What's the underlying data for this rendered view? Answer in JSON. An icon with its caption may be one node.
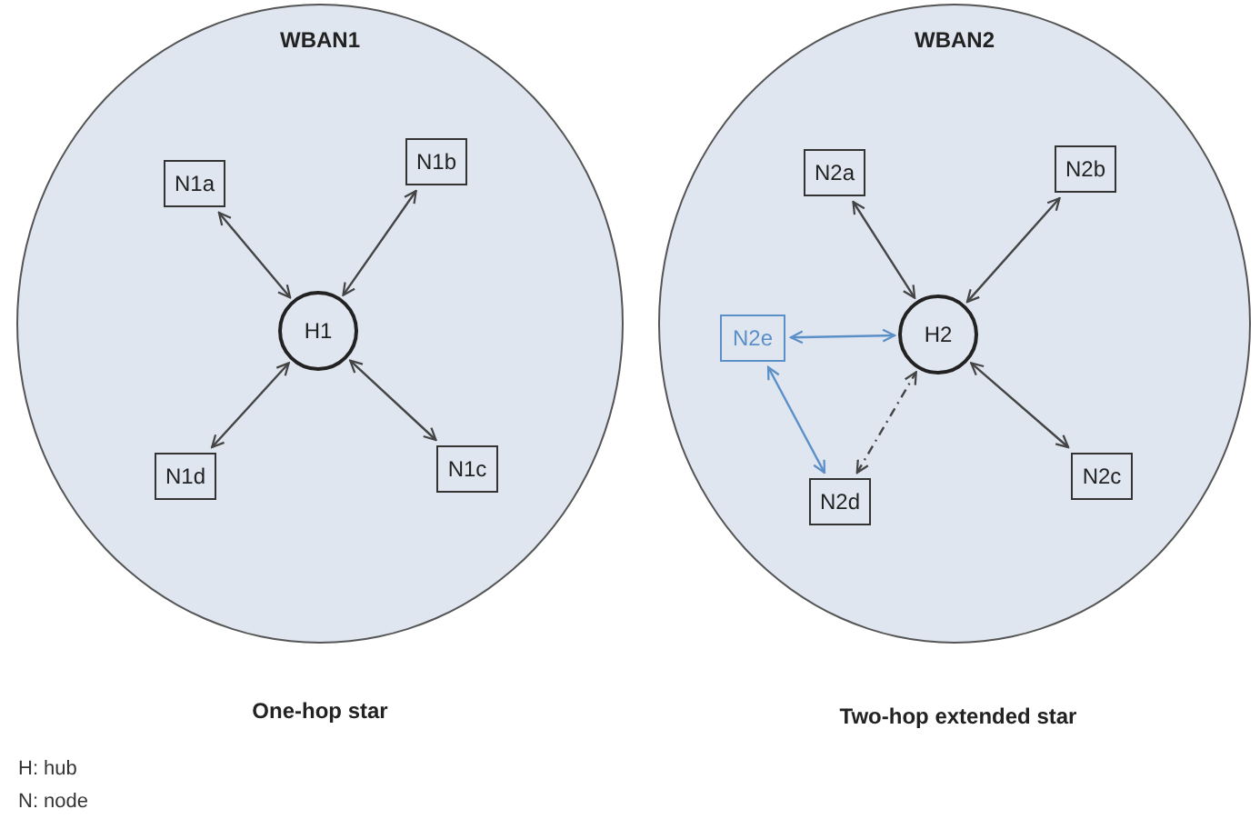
{
  "diagram": {
    "nodes": [
      {
        "text": [
          "WBAN1"
        ],
        "beside": [
          "One-hop star"
        ]
      },
      {
        "text": [
          "N1a"
        ],
        "in": 0
      },
      {
        "text": [
          "N1b"
        ],
        "in": 0
      },
      {
        "text": [
          "H1"
        ],
        "in": 0
      },
      {
        "text": [
          "N1d"
        ],
        "in": 0
      },
      {
        "text": [
          "N1c"
        ],
        "in": 0
      },
      {
        "text": [
          "WBAN2"
        ],
        "beside": [
          "Two-hop extended star"
        ]
      },
      {
        "text": [
          "N2a"
        ],
        "in": 6
      },
      {
        "text": [
          "N2b"
        ],
        "in": 6
      },
      {
        "text": [
          "N2e"
        ],
        "in": 6
      },
      {
        "text": [
          "H2"
        ],
        "in": 6
      },
      {
        "text": [
          "N2d"
        ],
        "in": 6
      },
      {
        "text": [
          "N2c"
        ],
        "in": 6
      }
    ],
    "edges": [
      {
        "from": 1,
        "to": 3,
        "arrow": "both"
      },
      {
        "from": 2,
        "to": 3,
        "arrow": "both"
      },
      {
        "from": 4,
        "to": 3,
        "arrow": "both"
      },
      {
        "from": 5,
        "to": 3,
        "arrow": "both"
      },
      {
        "from": 7,
        "to": 10,
        "arrow": "both"
      },
      {
        "from": 8,
        "to": 10,
        "arrow": "both"
      },
      {
        "from": 9,
        "to": 10,
        "arrow": "both",
        "color": "#5b8fc7"
      },
      {
        "from": 9,
        "to": 11,
        "arrow": "both",
        "color": "#5b8fc7"
      },
      {
        "from": 11,
        "to": 10,
        "arrow": "both",
        "style": "dashed"
      },
      {
        "from": 10,
        "to": 12,
        "arrow": "both"
      }
    ],
    "labels": [
      "H: hub",
      "N: node"
    ]
  }
}
